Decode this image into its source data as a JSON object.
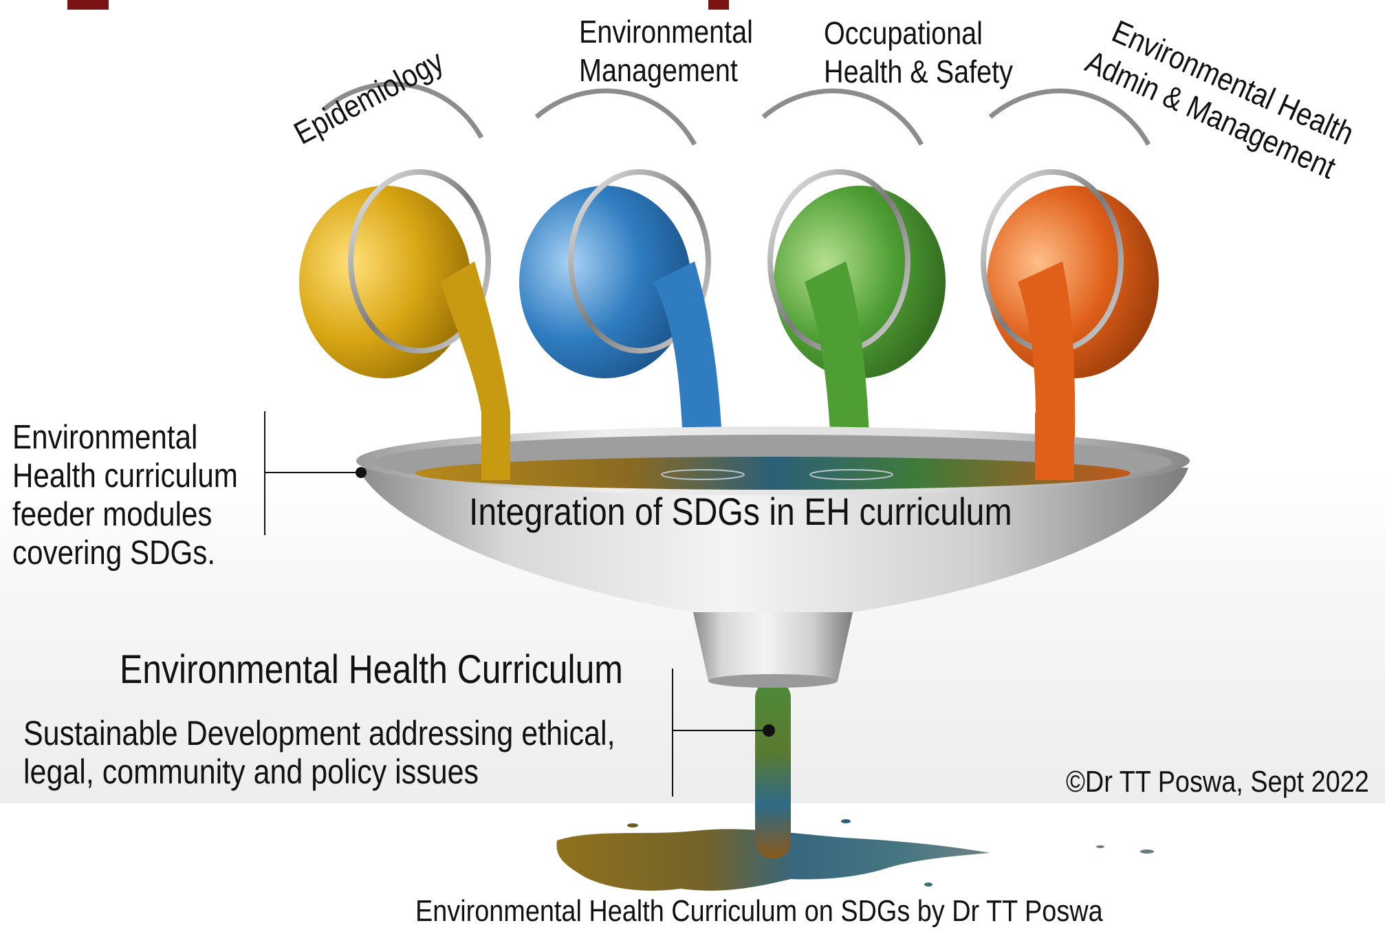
{
  "bucket_labels": [
    {
      "text": "Epidemiology",
      "color": "#C9A012"
    },
    {
      "line1": "Environmental",
      "line2": "Management",
      "color": "#2F7CC0"
    },
    {
      "line1": "Occupational",
      "line2": "Health & Safety",
      "color": "#4E9E34"
    },
    {
      "line1": "Environmental Health",
      "line2": "Admin & Management",
      "color": "#E0601A"
    }
  ],
  "feeder_note": {
    "lines": [
      "Environmental",
      "Health curriculum",
      "feeder modules",
      "covering SDGs."
    ]
  },
  "funnel_caption": "Integration of SDGs in EH curriculum",
  "curriculum_title": "Environmental Health Curriculum",
  "curriculum_note": {
    "line1": "Sustainable Development addressing ethical,",
    "line2": "legal, community and policy issues"
  },
  "copyright": "©Dr TT Poswa, Sept 2022",
  "footer_caption": "Environmental Health Curriculum on SDGs by Dr TT Poswa",
  "colors": {
    "title_red": "#7A1414",
    "funnel_silver": "#BDBDBD",
    "background_band": "#F1F1F1"
  }
}
